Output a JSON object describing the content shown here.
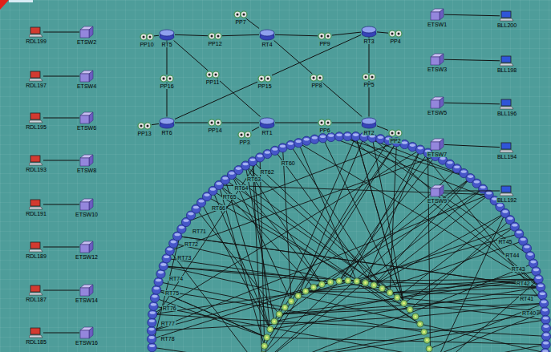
{
  "diagram": {
    "nodes": [
      {
        "text": [
          "RDL199"
        ]
      },
      {
        "text": [
          "ETSW2"
        ]
      },
      {
        "text": [
          "RDL197"
        ]
      },
      {
        "text": [
          "ETSW4"
        ]
      },
      {
        "text": [
          "RDL195"
        ]
      },
      {
        "text": [
          "ETSW6"
        ]
      },
      {
        "text": [
          "RDL193"
        ]
      },
      {
        "text": [
          "ETSW8"
        ]
      },
      {
        "text": [
          "RDL191"
        ]
      },
      {
        "text": [
          "ETSW10"
        ]
      },
      {
        "text": [
          "RDL189"
        ]
      },
      {
        "text": [
          "ETSW12"
        ]
      },
      {
        "text": [
          "RDL187"
        ]
      },
      {
        "text": [
          "ETSW14"
        ]
      },
      {
        "text": [
          "RDL185"
        ]
      },
      {
        "text": [
          "ETSW16"
        ]
      },
      {
        "text": [
          "PP7"
        ]
      },
      {
        "text": [
          "PP10"
        ]
      },
      {
        "text": [
          "RT5"
        ]
      },
      {
        "text": [
          "PP12"
        ]
      },
      {
        "text": [
          "RT4"
        ]
      },
      {
        "text": [
          "PP9"
        ]
      },
      {
        "text": [
          "RT3"
        ]
      },
      {
        "text": [
          "PP4"
        ]
      },
      {
        "text": [
          "PP16"
        ]
      },
      {
        "text": [
          "PP11"
        ]
      },
      {
        "text": [
          "PP8"
        ]
      },
      {
        "text": [
          "PP5"
        ]
      },
      {
        "text": [
          "PP15"
        ]
      },
      {
        "text": [
          "PP13"
        ]
      },
      {
        "text": [
          "RT6"
        ]
      },
      {
        "text": [
          "PP14"
        ]
      },
      {
        "text": [
          "RT1"
        ]
      },
      {
        "text": [
          "PP3"
        ]
      },
      {
        "text": [
          "PP6"
        ]
      },
      {
        "text": [
          "RT2"
        ]
      },
      {
        "text": [
          "PP2"
        ]
      },
      {
        "text": [
          "ETSW1"
        ]
      },
      {
        "text": [
          "BLL200"
        ]
      },
      {
        "text": [
          "ETSW3"
        ]
      },
      {
        "text": [
          "BLL198"
        ]
      },
      {
        "text": [
          "ETSW5"
        ]
      },
      {
        "text": [
          "BLL196"
        ]
      },
      {
        "text": [
          "ETSW7"
        ]
      },
      {
        "text": [
          "BLL194"
        ]
      },
      {
        "text": [
          "ETSW9"
        ]
      },
      {
        "text": [
          "BLL192"
        ]
      }
    ],
    "edges": [
      {
        "from": 0,
        "to": 1,
        "arrow": "none"
      },
      {
        "from": 2,
        "to": 3,
        "arrow": "none"
      },
      {
        "from": 4,
        "to": 5,
        "arrow": "none"
      },
      {
        "from": 6,
        "to": 7,
        "arrow": "none"
      },
      {
        "from": 8,
        "to": 9,
        "arrow": "none"
      },
      {
        "from": 10,
        "to": 11,
        "arrow": "none"
      },
      {
        "from": 12,
        "to": 13,
        "arrow": "none"
      },
      {
        "from": 14,
        "to": 15,
        "arrow": "none"
      },
      {
        "from": 18,
        "to": 17,
        "arrow": "none"
      },
      {
        "from": 18,
        "to": 19,
        "arrow": "none"
      },
      {
        "from": 19,
        "to": 20,
        "arrow": "none"
      },
      {
        "from": 20,
        "to": 16,
        "arrow": "none"
      },
      {
        "from": 20,
        "to": 21,
        "arrow": "none"
      },
      {
        "from": 21,
        "to": 22,
        "arrow": "none"
      },
      {
        "from": 22,
        "to": 23,
        "arrow": "none"
      },
      {
        "from": 18,
        "to": 24,
        "arrow": "none"
      },
      {
        "from": 24,
        "to": 30,
        "arrow": "none"
      },
      {
        "from": 18,
        "to": 25,
        "arrow": "none"
      },
      {
        "from": 25,
        "to": 32,
        "arrow": "none"
      },
      {
        "from": 20,
        "to": 26,
        "arrow": "none"
      },
      {
        "from": 26,
        "to": 35,
        "arrow": "none"
      },
      {
        "from": 22,
        "to": 27,
        "arrow": "none"
      },
      {
        "from": 27,
        "to": 35,
        "arrow": "none"
      },
      {
        "from": 22,
        "to": 28,
        "arrow": "none"
      },
      {
        "from": 28,
        "to": 30,
        "arrow": "none"
      },
      {
        "from": 30,
        "to": 29,
        "arrow": "none"
      },
      {
        "from": 30,
        "to": 31,
        "arrow": "none"
      },
      {
        "from": 31,
        "to": 32,
        "arrow": "none"
      },
      {
        "from": 32,
        "to": 33,
        "arrow": "none"
      },
      {
        "from": 32,
        "to": 34,
        "arrow": "none"
      },
      {
        "from": 34,
        "to": 35,
        "arrow": "none"
      },
      {
        "from": 35,
        "to": 36,
        "arrow": "none"
      },
      {
        "from": 37,
        "to": 38,
        "arrow": "none"
      },
      {
        "from": 39,
        "to": 40,
        "arrow": "none"
      },
      {
        "from": 41,
        "to": 42,
        "arrow": "none"
      },
      {
        "from": 43,
        "to": 44,
        "arrow": "none"
      },
      {
        "from": 45,
        "to": 46,
        "arrow": "none"
      }
    ],
    "labels": [
      "RT60",
      "RT62",
      "RT63",
      "RT64",
      "RT65",
      "RT66",
      "RT71",
      "RT72",
      "RT73",
      "RT74",
      "RT75",
      "RT76",
      "RT77",
      "RT78",
      "RT45",
      "RT44",
      "RT43",
      "RT42",
      "RT41",
      "RT40"
    ]
  }
}
